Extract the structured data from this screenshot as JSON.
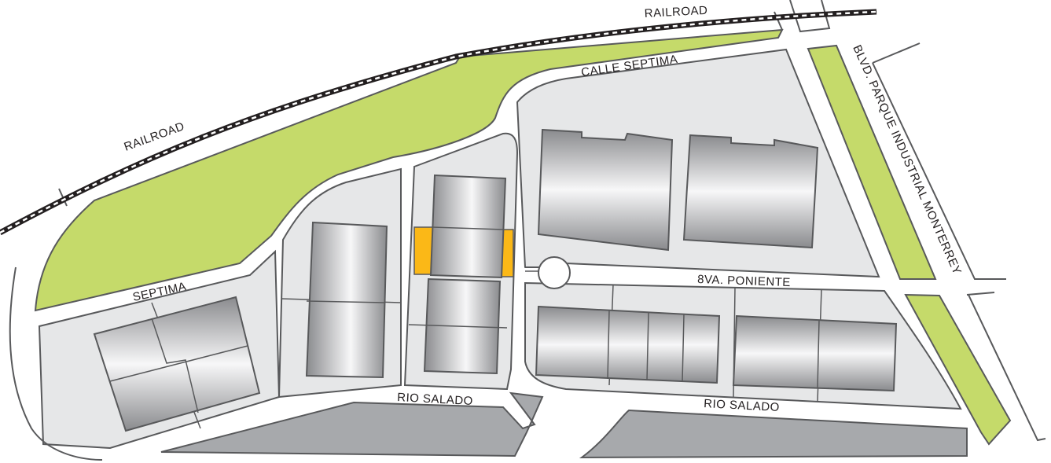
{
  "labels": {
    "railroad_top": "RAILROAD",
    "railroad_left": "RAILROAD",
    "calle_septima": "CALLE SEPTIMA",
    "blvd": "BLVD. PARQUE INDUSTRIAL MONTERREY",
    "septima": "SEPTIMA",
    "poniente": "8VA. PONIENTE",
    "rio_salado_left": "RIO SALADO",
    "rio_salado_right": "RIO SALADO"
  },
  "colors": {
    "lot": "#e6e7e8",
    "green": "#c5da6a",
    "paved": "#a7a9ac",
    "highlight": "#fbb817",
    "outline": "#58595b"
  }
}
